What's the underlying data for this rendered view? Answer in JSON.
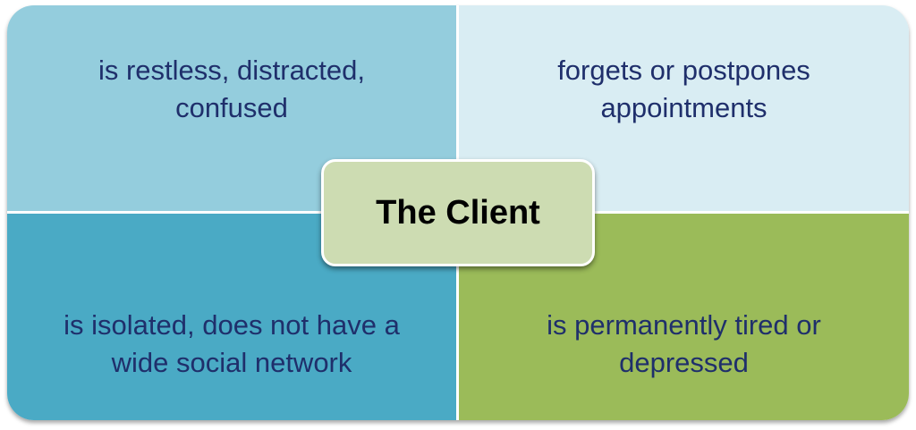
{
  "center": {
    "label": "The Client"
  },
  "quadrants": {
    "top_left": {
      "lines": [
        "is restless, distracted,",
        "confused"
      ]
    },
    "top_right": {
      "lines": [
        "forgets or postpones",
        "appointments"
      ]
    },
    "bottom_left": {
      "lines": [
        "is isolated, does not have a",
        "wide social network"
      ]
    },
    "bottom_right": {
      "lines": [
        "is permanently tired or",
        "depressed"
      ]
    }
  },
  "colors": {
    "top_left": "#94cddd",
    "top_right": "#d9edf3",
    "bottom_left": "#4aaac5",
    "bottom_right": "#9bbb59",
    "center": "#cddcb2",
    "text": "#1f2f6b"
  }
}
